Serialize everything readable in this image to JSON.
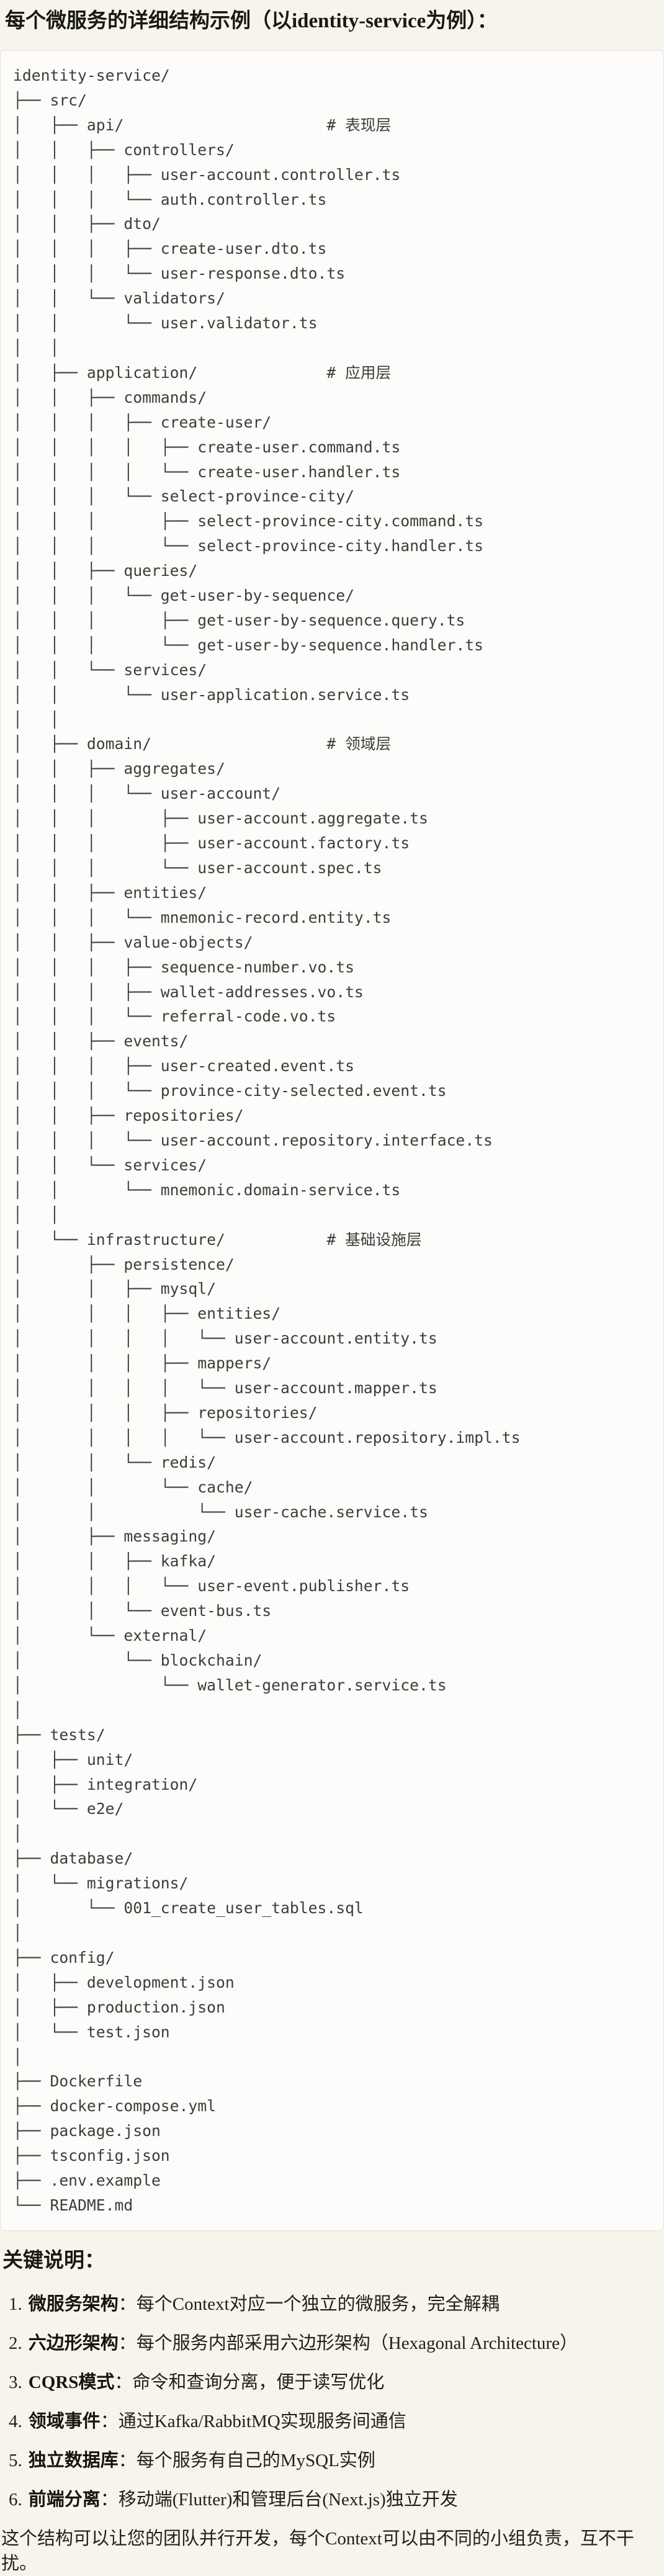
{
  "page": {
    "title": "每个微服务的详细结构示例（以identity-service为例）：",
    "background_color": "#f7f4ec",
    "code_block_background": "#fdfcfa",
    "code_block_border": "#e4e1d8"
  },
  "code_block": {
    "tree_lines": [
      "identity-service/",
      "├── src/",
      "│   ├── api/                      # 表现层",
      "│   │   ├── controllers/",
      "│   │   │   ├── user-account.controller.ts",
      "│   │   │   └── auth.controller.ts",
      "│   │   ├── dto/",
      "│   │   │   ├── create-user.dto.ts",
      "│   │   │   └── user-response.dto.ts",
      "│   │   └── validators/",
      "│   │       └── user.validator.ts",
      "│   │",
      "│   ├── application/              # 应用层",
      "│   │   ├── commands/",
      "│   │   │   ├── create-user/",
      "│   │   │   │   ├── create-user.command.ts",
      "│   │   │   │   └── create-user.handler.ts",
      "│   │   │   └── select-province-city/",
      "│   │   │       ├── select-province-city.command.ts",
      "│   │   │       └── select-province-city.handler.ts",
      "│   │   ├── queries/",
      "│   │   │   └── get-user-by-sequence/",
      "│   │   │       ├── get-user-by-sequence.query.ts",
      "│   │   │       └── get-user-by-sequence.handler.ts",
      "│   │   └── services/",
      "│   │       └── user-application.service.ts",
      "│   │",
      "│   ├── domain/                   # 领域层",
      "│   │   ├── aggregates/",
      "│   │   │   └── user-account/",
      "│   │   │       ├── user-account.aggregate.ts",
      "│   │   │       ├── user-account.factory.ts",
      "│   │   │       └── user-account.spec.ts",
      "│   │   ├── entities/",
      "│   │   │   └── mnemonic-record.entity.ts",
      "│   │   ├── value-objects/",
      "│   │   │   ├── sequence-number.vo.ts",
      "│   │   │   ├── wallet-addresses.vo.ts",
      "│   │   │   └── referral-code.vo.ts",
      "│   │   ├── events/",
      "│   │   │   ├── user-created.event.ts",
      "│   │   │   └── province-city-selected.event.ts",
      "│   │   ├── repositories/",
      "│   │   │   └── user-account.repository.interface.ts",
      "│   │   └── services/",
      "│   │       └── mnemonic.domain-service.ts",
      "│   │",
      "│   └── infrastructure/           # 基础设施层",
      "│       ├── persistence/",
      "│       │   ├── mysql/",
      "│       │   │   ├── entities/",
      "│       │   │   │   └── user-account.entity.ts",
      "│       │   │   ├── mappers/",
      "│       │   │   │   └── user-account.mapper.ts",
      "│       │   │   ├── repositories/",
      "│       │   │   │   └── user-account.repository.impl.ts",
      "│       │   └── redis/",
      "│       │       └── cache/",
      "│       │           └── user-cache.service.ts",
      "│       ├── messaging/",
      "│       │   ├── kafka/",
      "│       │   │   └── user-event.publisher.ts",
      "│       │   └── event-bus.ts",
      "│       └── external/",
      "│           └── blockchain/",
      "│               └── wallet-generator.service.ts",
      "│",
      "├── tests/",
      "│   ├── unit/",
      "│   ├── integration/",
      "│   └── e2e/",
      "│",
      "├── database/",
      "│   └── migrations/",
      "│       └── 001_create_user_tables.sql",
      "│",
      "├── config/",
      "│   ├── development.json",
      "│   ├── production.json",
      "│   └── test.json",
      "│",
      "├── Dockerfile",
      "├── docker-compose.yml",
      "├── package.json",
      "├── tsconfig.json",
      "├── .env.example",
      "└── README.md"
    ]
  },
  "notes": {
    "heading": "关键说明：",
    "items": [
      {
        "num": "1.",
        "label": "微服务架构",
        "text": "：每个Context对应一个独立的微服务，完全解耦"
      },
      {
        "num": "2.",
        "label": "六边形架构",
        "text": "：每个服务内部采用六边形架构（Hexagonal Architecture）"
      },
      {
        "num": "3.",
        "label": "CQRS模式",
        "text": "：命令和查询分离，便于读写优化"
      },
      {
        "num": "4.",
        "label": "领域事件",
        "text": "：通过Kafka/RabbitMQ实现服务间通信"
      },
      {
        "num": "5.",
        "label": "独立数据库",
        "text": "：每个服务有自己的MySQL实例"
      },
      {
        "num": "6.",
        "label": "前端分离",
        "text": "：移动端(Flutter)和管理后台(Next.js)独立开发"
      }
    ],
    "footer": "这个结构可以让您的团队并行开发，每个Context可以由不同的小组负责，互不干扰。"
  }
}
